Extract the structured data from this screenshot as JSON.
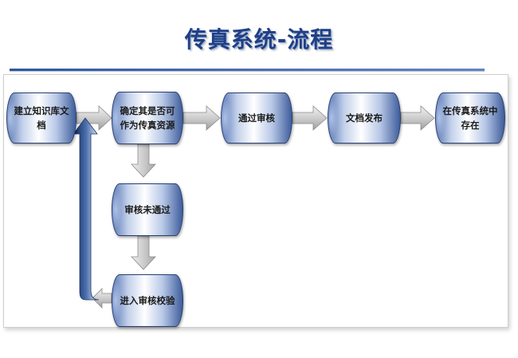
{
  "title": "传真系统-流程",
  "nodes": [
    {
      "id": "build",
      "label": "建立知识库文档"
    },
    {
      "id": "decide",
      "label": "确定其是否可作为传真资源"
    },
    {
      "id": "pass",
      "label": "通过审核"
    },
    {
      "id": "publish",
      "label": "文档发布"
    },
    {
      "id": "store",
      "label": "在传真系统中存在"
    },
    {
      "id": "notpass",
      "label": "审核未通过"
    },
    {
      "id": "recheck",
      "label": "进入审核校验"
    }
  ],
  "colors": {
    "title": "#1f3f86",
    "rule": "#2c58a6",
    "node_border": "#2a3f6f",
    "arrow_fill": "#c8c8c8",
    "loop_arrow": "#1f3566"
  }
}
